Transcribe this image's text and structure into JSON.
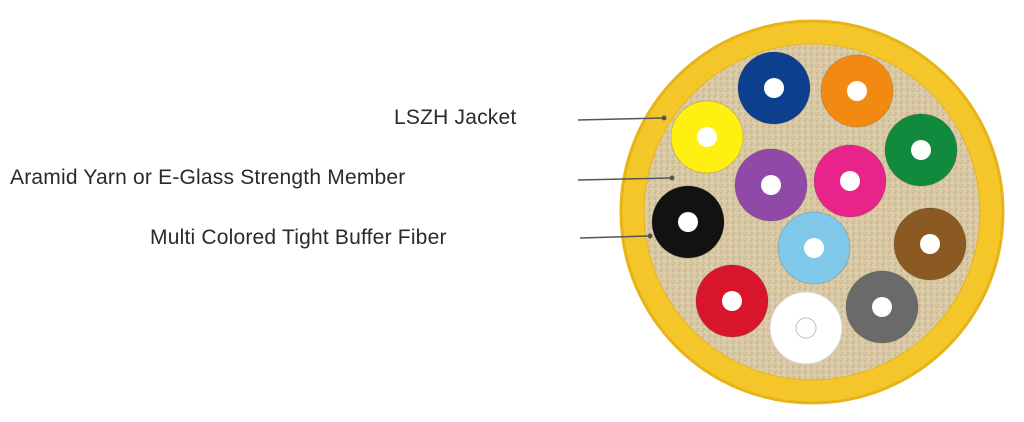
{
  "labels": [
    {
      "text": "LSZH Jacket"
    },
    {
      "text": "Aramid Yarn or E-Glass Strength Member"
    },
    {
      "text": "Multi Colored Tight Buffer Fiber"
    }
  ],
  "colors": {
    "jacket": "#f4c62a",
    "jacket_edge": "#e7b417",
    "yarn": "#d8c8a4",
    "leader": "#555555"
  },
  "fibers": [
    {
      "color": "blue",
      "hex": "#0d3f8f"
    },
    {
      "color": "orange",
      "hex": "#f28a12"
    },
    {
      "color": "yellow",
      "hex": "#fff012"
    },
    {
      "color": "green",
      "hex": "#118a3e"
    },
    {
      "color": "violet",
      "hex": "#8f4aa8"
    },
    {
      "color": "rose",
      "hex": "#e8248a"
    },
    {
      "color": "black",
      "hex": "#121212"
    },
    {
      "color": "aqua",
      "hex": "#7fc8ea"
    },
    {
      "color": "brown",
      "hex": "#8a5a22"
    },
    {
      "color": "red",
      "hex": "#d8152a"
    },
    {
      "color": "white",
      "hex": "#ffffff"
    },
    {
      "color": "slate",
      "hex": "#6a6a6a"
    }
  ]
}
